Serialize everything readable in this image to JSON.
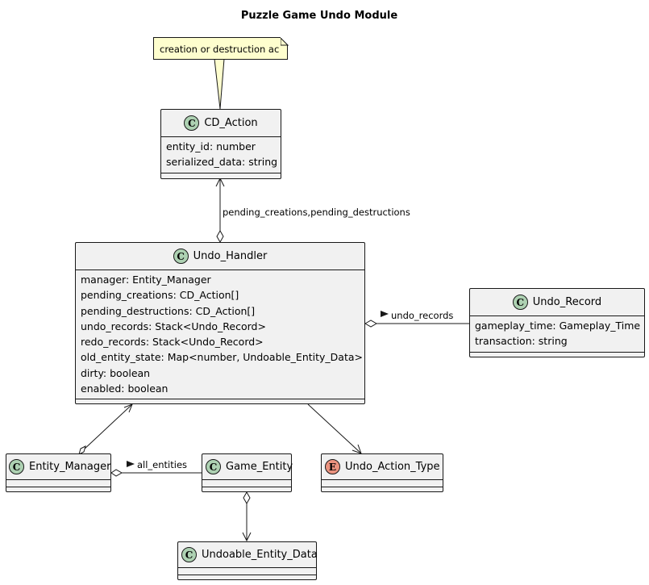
{
  "title": "Puzzle Game Undo Module",
  "note": "creation or destruction ac",
  "class_badge": "C",
  "enum_badge": "E",
  "classes": {
    "cd_action": {
      "name": "CD_Action",
      "attributes": [
        "entity_id: number",
        "serialized_data: string"
      ]
    },
    "undo_handler": {
      "name": "Undo_Handler",
      "attributes": [
        "manager: Entity_Manager",
        "pending_creations: CD_Action[]",
        "pending_destructions: CD_Action[]",
        "undo_records: Stack<Undo_Record>",
        "redo_records: Stack<Undo_Record>",
        "old_entity_state: Map<number, Undoable_Entity_Data>",
        "dirty: boolean",
        "enabled: boolean"
      ]
    },
    "undo_record": {
      "name": "Undo_Record",
      "attributes": [
        "gameplay_time: Gameplay_Time",
        "transaction: string"
      ]
    },
    "entity_manager": {
      "name": "Entity_Manager",
      "attributes": []
    },
    "game_entity": {
      "name": "Game_Entity",
      "attributes": []
    },
    "undo_action_type": {
      "name": "Undo_Action_Type",
      "attributes": []
    },
    "undoable_entity_data": {
      "name": "Undoable_Entity_Data",
      "attributes": []
    }
  },
  "relations": {
    "handler_to_cd": "pending_creations,pending_destructions",
    "handler_to_record": "undo_records",
    "manager_to_entity": "all_entities"
  },
  "colors": {
    "class_fill": "#f1f1f1",
    "class_badge": "#add1b2",
    "enum_badge": "#eb937f",
    "note_fill": "#fefece",
    "line": "#181818"
  }
}
